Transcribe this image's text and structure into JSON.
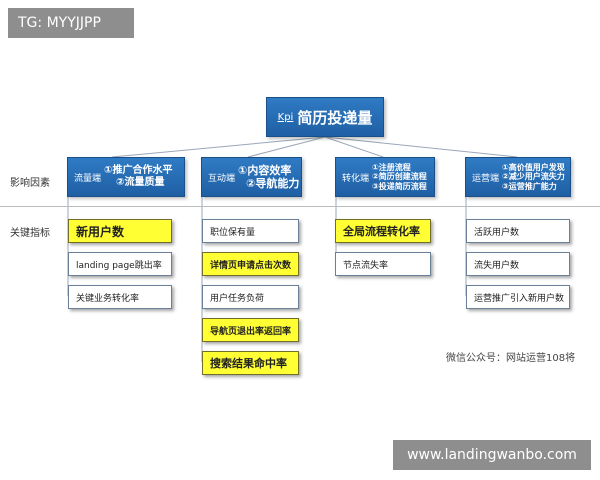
{
  "watermark_top": "TG: MYYJJPP",
  "watermark_bottom": "www.landingwanbo.com",
  "root": {
    "prefix": "Kpi",
    "title": "简历投递量"
  },
  "row_labels": {
    "factors": "影响因素",
    "indicators": "关键指标"
  },
  "categories": [
    {
      "name": "流量端",
      "items": [
        "①推广合作水平",
        "②流量质量"
      ],
      "metrics": [
        {
          "label": "新用户数",
          "highlight": true
        },
        {
          "label": "landing page跳出率",
          "highlight": false
        },
        {
          "label": "关键业务转化率",
          "highlight": false
        }
      ]
    },
    {
      "name": "互动端",
      "items": [
        "①内容效率",
        "②导航能力"
      ],
      "metrics": [
        {
          "label": "职位保有量",
          "highlight": false
        },
        {
          "label": "详情页申请点击次数",
          "highlight": true
        },
        {
          "label": "用户任务负荷",
          "highlight": false
        },
        {
          "label": "导航页退出率返回率",
          "highlight": true
        },
        {
          "label": "搜索结果命中率",
          "highlight": true
        }
      ]
    },
    {
      "name": "转化端",
      "items": [
        "①注册流程",
        "②简历创建流程",
        "③投递简历流程"
      ],
      "metrics": [
        {
          "label": "全局流程转化率",
          "highlight": true
        },
        {
          "label": "节点流失率",
          "highlight": false
        }
      ]
    },
    {
      "name": "运营端",
      "items": [
        "①高价值用户发现",
        "②减少用户流失力",
        "③运营推广能力"
      ],
      "metrics": [
        {
          "label": "活跃用户数",
          "highlight": false
        },
        {
          "label": "流失用户数",
          "highlight": false
        },
        {
          "label": "运营推广引入新用户数",
          "highlight": false
        }
      ]
    }
  ],
  "caption": "微信公众号：网站运营108将"
}
